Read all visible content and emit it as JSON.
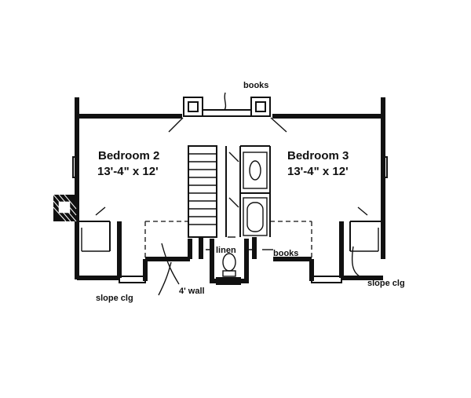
{
  "rooms": [
    {
      "name": "Bedroom 2",
      "dimensions": "13'-4\" x 12'"
    },
    {
      "name": "Bedroom 3",
      "dimensions": "13'-4\" x 12'"
    }
  ],
  "annotations": {
    "books_top": "books",
    "books_right": "books",
    "linen": "linen",
    "wall_4ft": "4' wall",
    "slope_left": "slope clg",
    "slope_right": "slope clg"
  }
}
